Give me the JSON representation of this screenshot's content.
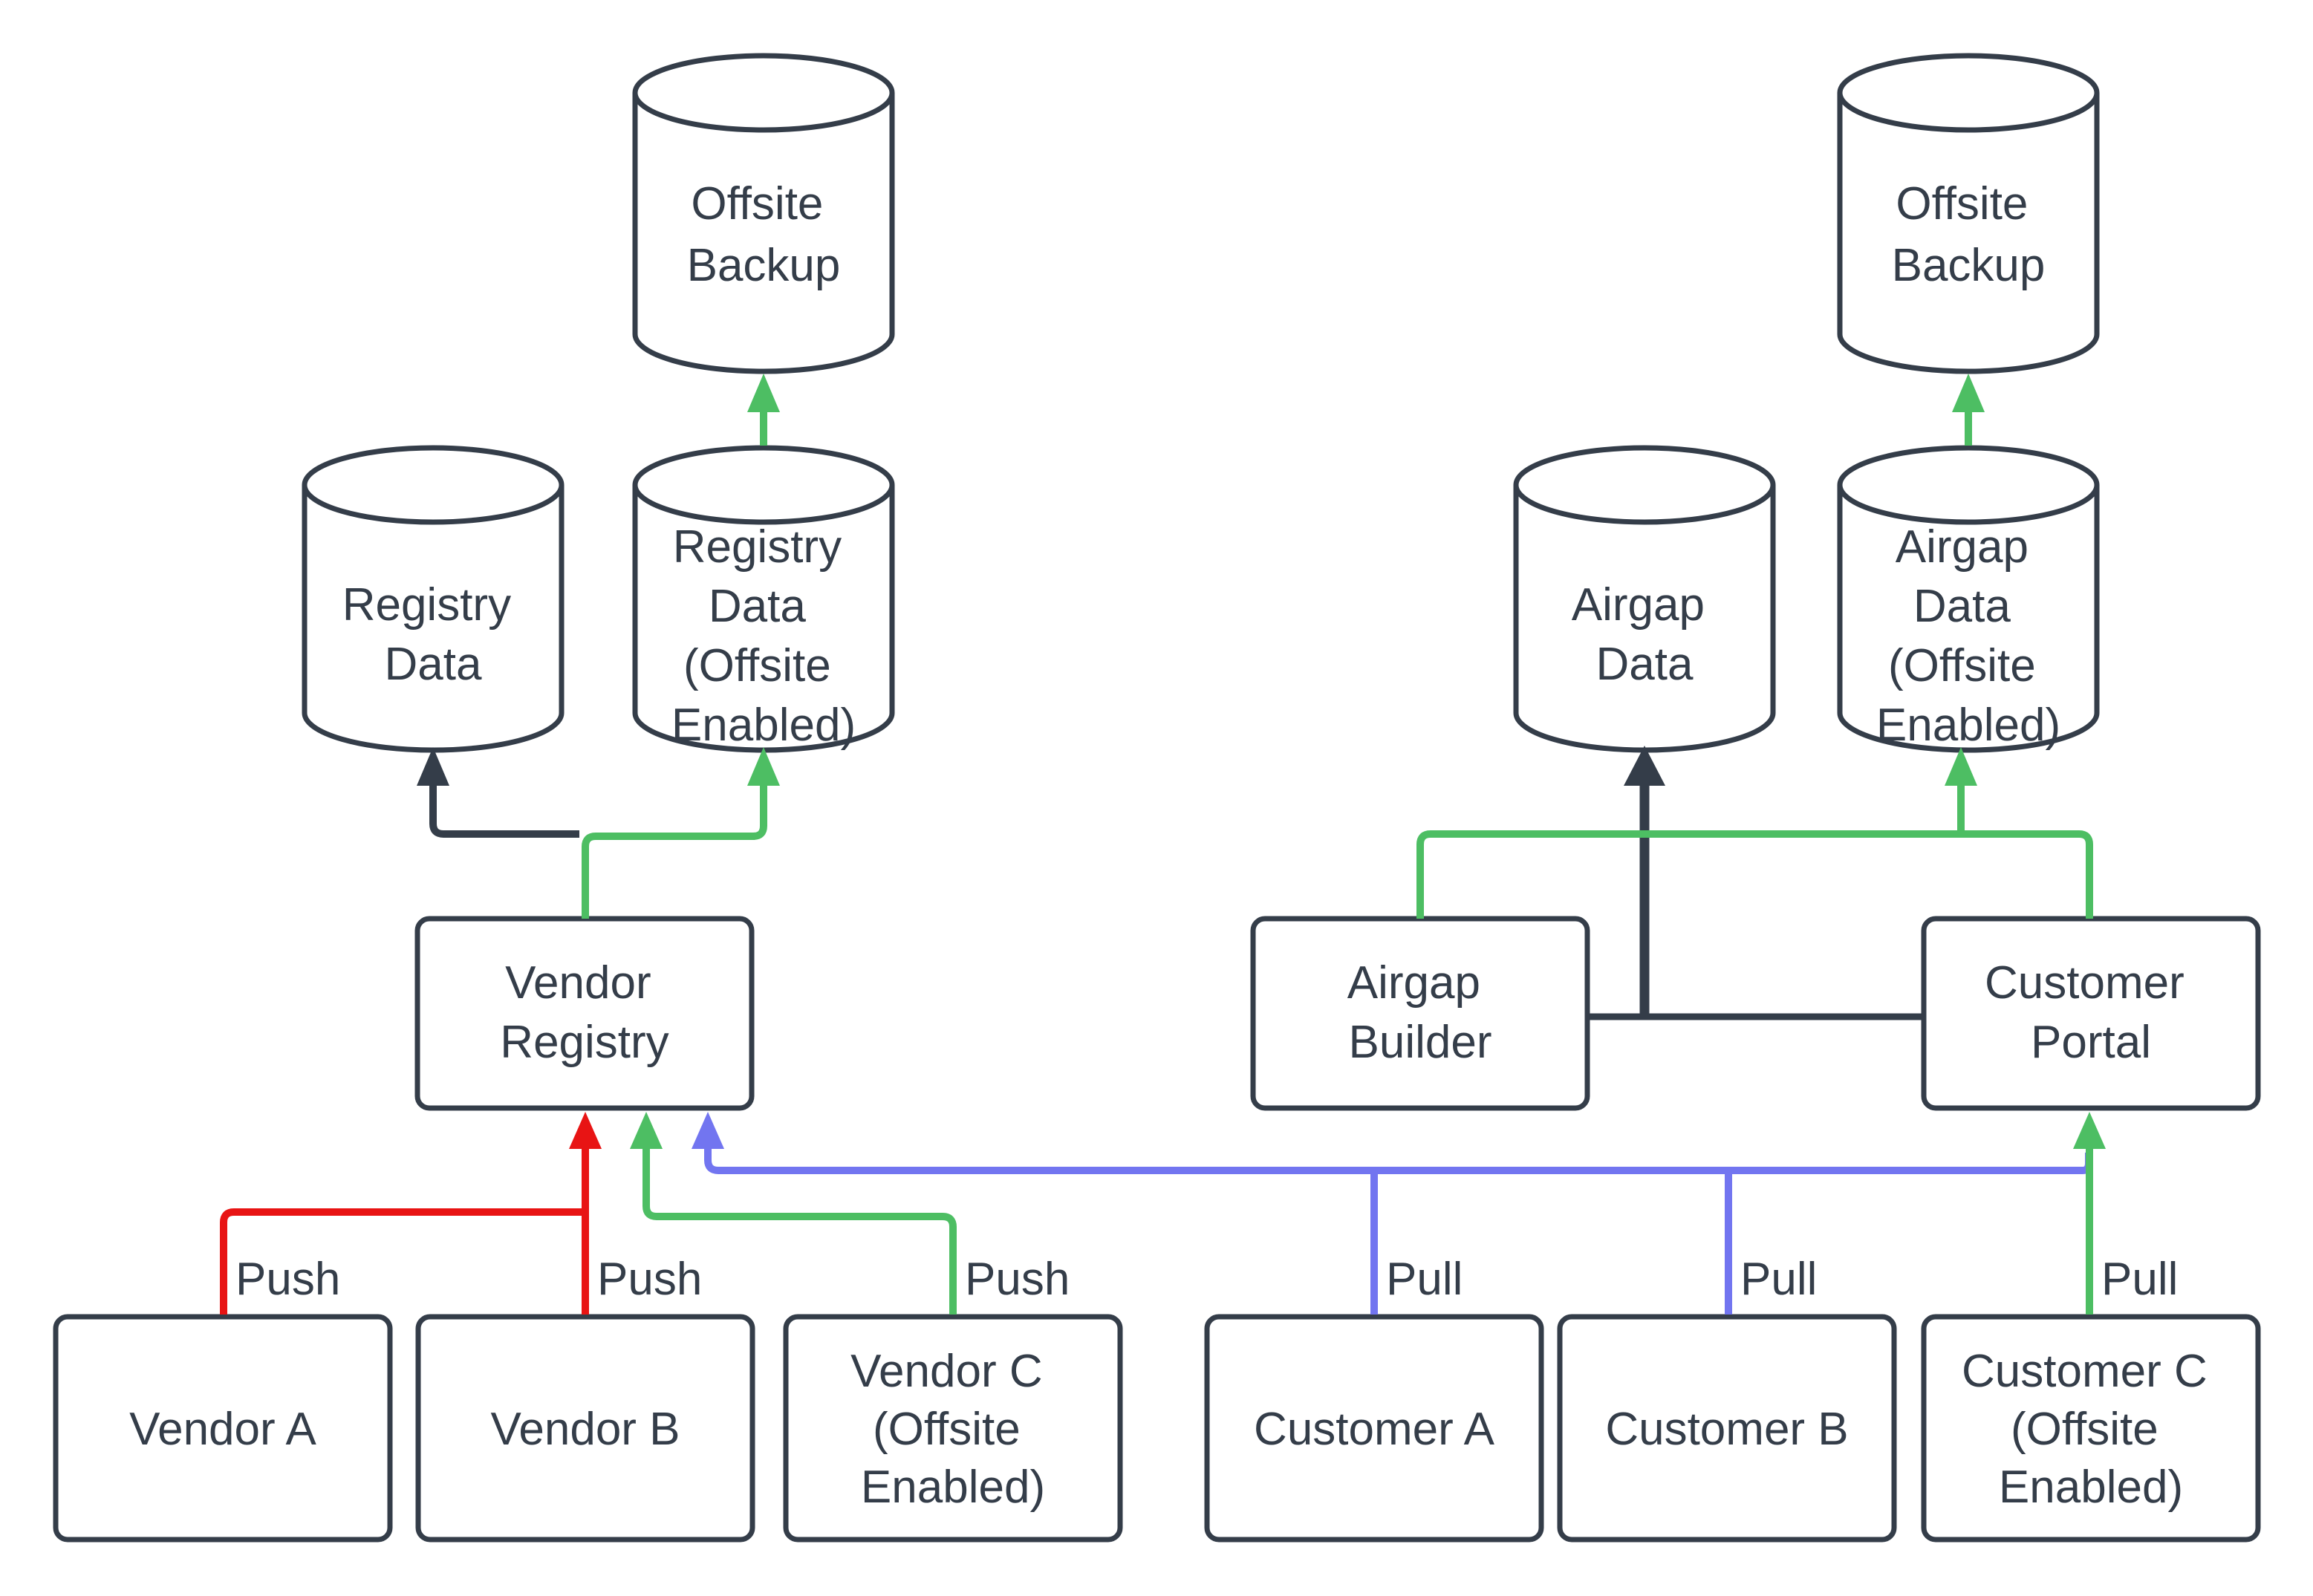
{
  "colors": {
    "dark": "#343d49",
    "red": "#e81414",
    "green": "#4dbe63",
    "blue": "#7275f0",
    "shape_fill": "#ffffff"
  },
  "nodes": {
    "offsite_backup_left": [
      "Offsite",
      "Backup"
    ],
    "offsite_backup_right": [
      "Offsite",
      "Backup"
    ],
    "registry_data": [
      "Registry",
      "Data"
    ],
    "registry_data_offsite": [
      "Registry",
      "Data",
      "(Offsite",
      "Enabled)"
    ],
    "airgap_data": [
      "Airgap",
      "Data"
    ],
    "airgap_data_offsite": [
      "Airgap",
      "Data",
      "(Offsite",
      "Enabled)"
    ],
    "vendor_registry": [
      "Vendor",
      "Registry"
    ],
    "airgap_builder": [
      "Airgap",
      "Builder"
    ],
    "customer_portal": [
      "Customer",
      "Portal"
    ],
    "vendor_a": "Vendor A",
    "vendor_b": "Vendor B",
    "vendor_c": [
      "Vendor C",
      "(Offsite",
      "Enabled)"
    ],
    "customer_a": "Customer A",
    "customer_b": "Customer B",
    "customer_c": [
      "Customer C",
      "(Offsite",
      "Enabled)"
    ]
  },
  "edge_labels": {
    "push": "Push",
    "pull": "Pull"
  }
}
